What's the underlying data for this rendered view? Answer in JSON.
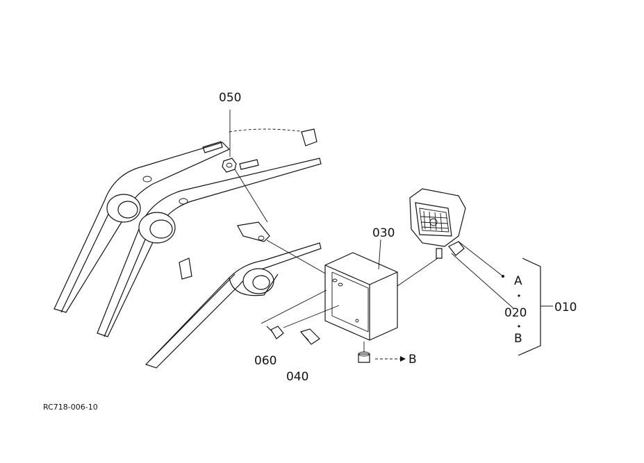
{
  "labels": {
    "p050": "050",
    "p030": "030",
    "p020": "020",
    "p010": "010",
    "p060": "060",
    "p040": "040",
    "conn_a": "A",
    "conn_b": "B",
    "conn_b2": "B"
  },
  "drawing_ref": "RC718-006-10"
}
